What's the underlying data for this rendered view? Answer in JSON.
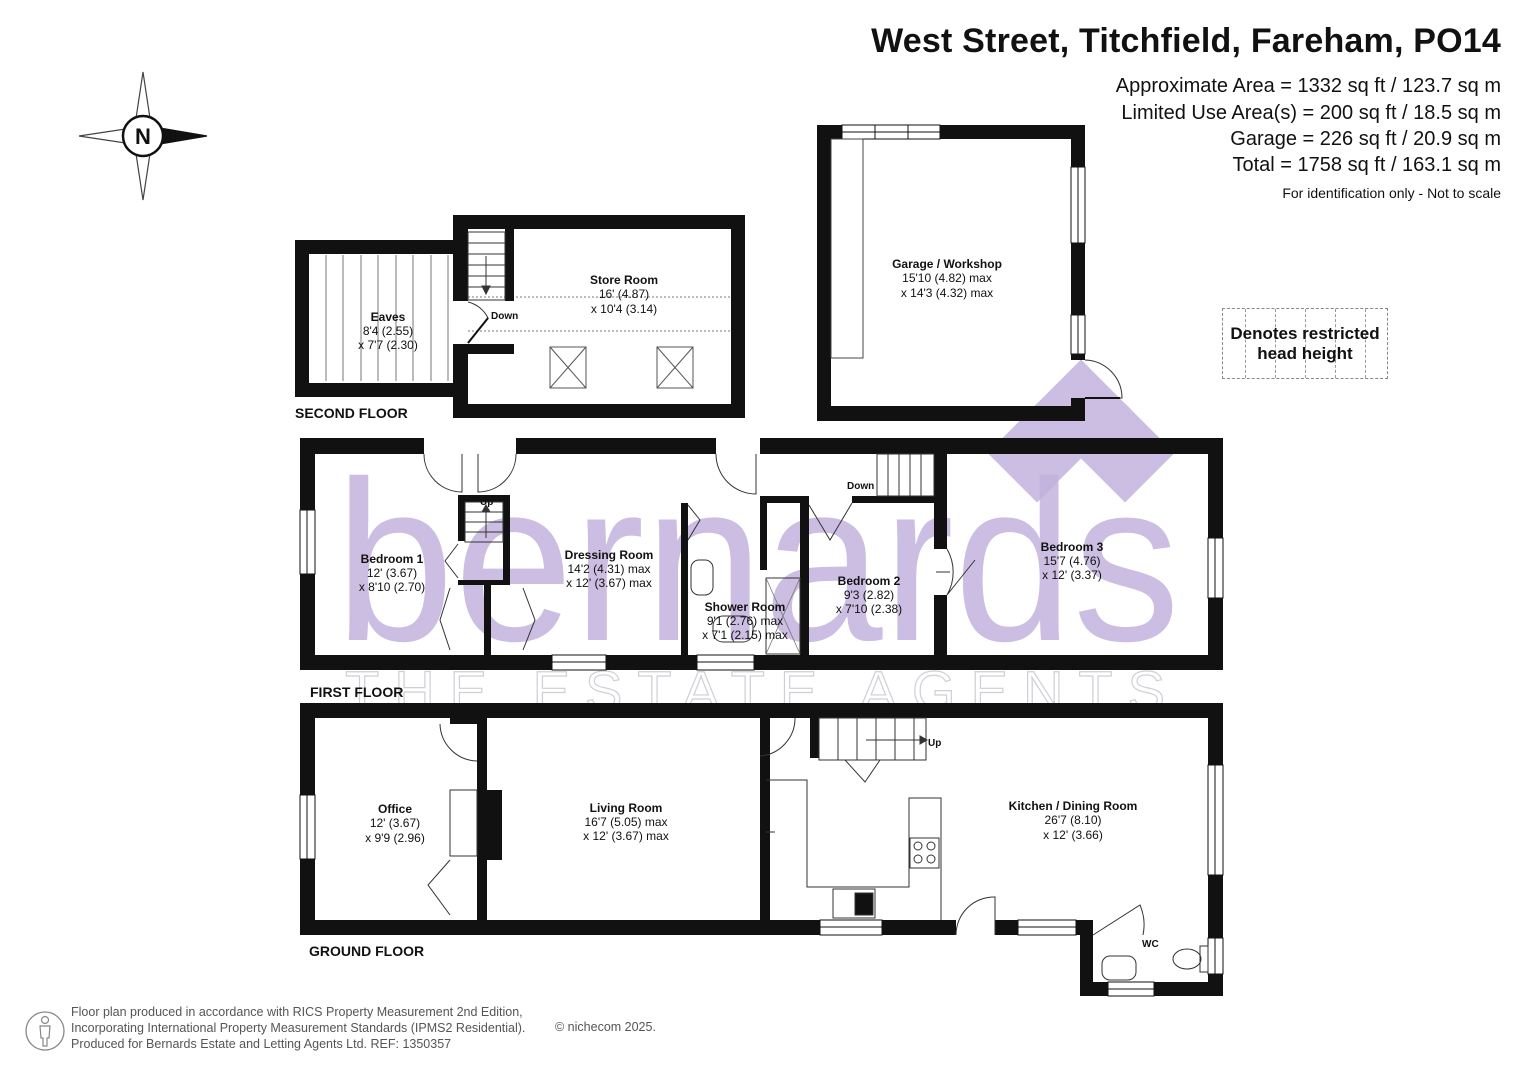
{
  "header": {
    "title": "West Street, Titchfield, Fareham, PO14",
    "areas": [
      "Approximate Area = 1332 sq ft / 123.7 sq m",
      "Limited Use Area(s) = 200 sq ft / 18.5 sq m",
      "Garage = 226 sq ft / 20.9 sq m",
      "Total = 1758 sq ft / 163.1 sq m"
    ],
    "note": "For identification only - Not to scale"
  },
  "compass": {
    "label": "N"
  },
  "legend": {
    "line1": "Denotes restricted",
    "line2": "head height"
  },
  "watermark": {
    "brand": "bernards",
    "tagline": "THE ESTATE AGENTS",
    "color": "#b7a6d6"
  },
  "floors": {
    "second": {
      "label": "SECOND FLOOR",
      "rooms": {
        "eaves": {
          "name": "Eaves",
          "dim1": "8'4 (2.55)",
          "dim2": "x 7'7 (2.30)"
        },
        "store": {
          "name": "Store Room",
          "dim1": "16' (4.87)",
          "dim2": "x 10'4 (3.14)"
        }
      },
      "stairs": "Down"
    },
    "garage": {
      "name": "Garage / Workshop",
      "dim1": "15'10 (4.82) max",
      "dim2": "x 14'3 (4.32) max"
    },
    "first": {
      "label": "FIRST FLOOR",
      "rooms": {
        "bedroom1": {
          "name": "Bedroom 1",
          "dim1": "12' (3.67)",
          "dim2": "x 8'10 (2.70)"
        },
        "dressing": {
          "name": "Dressing Room",
          "dim1": "14'2 (4.31) max",
          "dim2": "x 12' (3.67) max"
        },
        "shower": {
          "name": "Shower Room",
          "dim1": "9'1 (2.76) max",
          "dim2": "x 7'1 (2.15) max"
        },
        "bedroom2": {
          "name": "Bedroom 2",
          "dim1": "9'3 (2.82)",
          "dim2": "x 7'10 (2.38)"
        },
        "bedroom3": {
          "name": "Bedroom 3",
          "dim1": "15'7 (4.76)",
          "dim2": "x 12' (3.37)"
        }
      },
      "stairs_up": "Up",
      "stairs_down": "Down"
    },
    "ground": {
      "label": "GROUND FLOOR",
      "rooms": {
        "office": {
          "name": "Office",
          "dim1": "12' (3.67)",
          "dim2": "x 9'9 (2.96)"
        },
        "living": {
          "name": "Living Room",
          "dim1": "16'7 (5.05) max",
          "dim2": "x 12' (3.67) max"
        },
        "kitchen": {
          "name": "Kitchen / Dining Room",
          "dim1": "26'7 (8.10)",
          "dim2": "x 12' (3.66)"
        },
        "wc": {
          "name": "WC"
        }
      },
      "stairs_up": "Up"
    }
  },
  "footer": {
    "line1": "Floor plan produced in accordance with RICS Property Measurement 2nd Edition,",
    "line2": "Incorporating International Property Measurement Standards (IPMS2 Residential).",
    "line3": "Produced for Bernards Estate and Letting Agents Ltd.   REF:  1350357",
    "copyright": "© nichecom 2025."
  }
}
